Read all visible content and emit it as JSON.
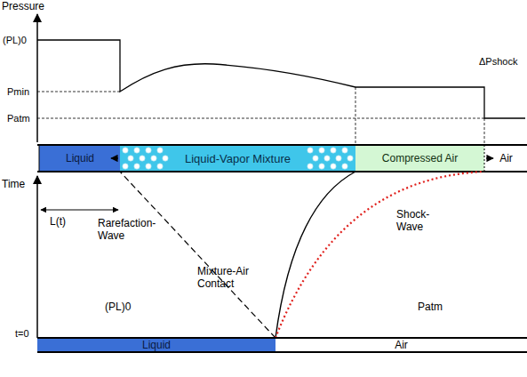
{
  "diagram": {
    "nodes": [
      {
        "text": [
          "Liquid"
        ]
      },
      {
        "text": [
          "Liquid-Vapor Mixture"
        ]
      },
      {
        "text": [
          "Compressed Air"
        ]
      },
      {
        "text": [
          "Air"
        ]
      },
      {
        "text": [
          "Liquid"
        ]
      },
      {
        "text": [
          "Air"
        ]
      }
    ],
    "labels": [
      "Pressure",
      "(PL)0",
      "Pmin",
      "Patm",
      "ΔPshock",
      "Time",
      "L(t)",
      "Rarefaction- Wave",
      "Mixture-Air Contact",
      "Shock- Wave",
      "(PL)0",
      "Patm",
      "t=0"
    ]
  }
}
